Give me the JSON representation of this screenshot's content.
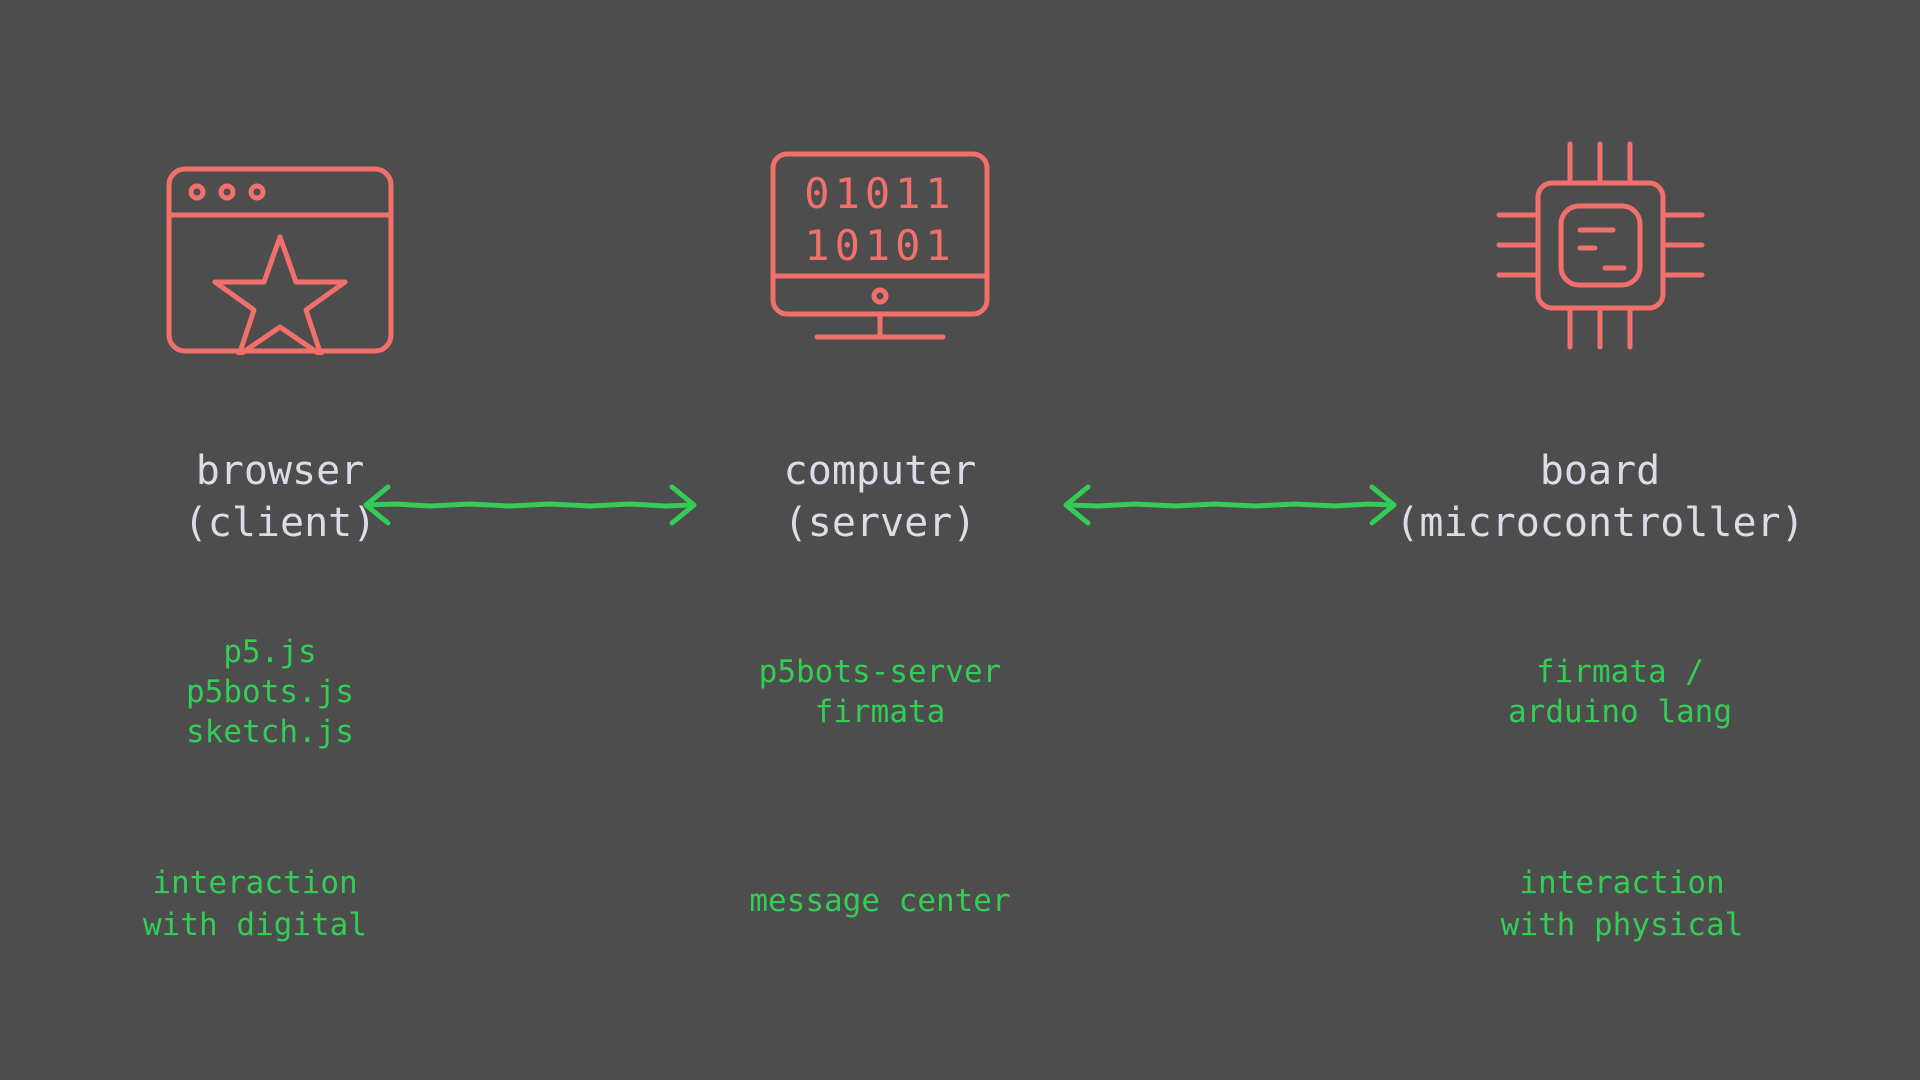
{
  "canvas": {
    "background_color": "#4d4d4d",
    "accent_color": "#f2706b",
    "green_color": "#33cc55",
    "title_color": "#dcdce6"
  },
  "columns": [
    {
      "id": "browser",
      "icon": "browser-window-star-icon",
      "title_line1": "browser",
      "title_line2": "(client)",
      "stack_line1": "p5.js",
      "stack_line2": "p5bots.js",
      "stack_line3": "sketch.js",
      "role_line1": "interaction",
      "role_line2": "with digital"
    },
    {
      "id": "computer",
      "icon": "monitor-binary-icon",
      "title_line1": "computer",
      "title_line2": "(server)",
      "stack_line1": "p5bots-server",
      "stack_line2": "firmata",
      "stack_line3": "",
      "role_line1": "message center",
      "role_line2": ""
    },
    {
      "id": "board",
      "icon": "microchip-icon",
      "title_line1": "board",
      "title_line2": "(microcontroller)",
      "stack_line1": "firmata /",
      "stack_line2": "arduino lang",
      "stack_line3": "",
      "role_line1": "interaction",
      "role_line2": "with physical"
    }
  ],
  "monitor_screen": {
    "binary_row1": "01011",
    "binary_row2": "10101"
  },
  "arrows": [
    {
      "id": "browser-computer",
      "style": "double-headed",
      "color": "#33cc55"
    },
    {
      "id": "computer-board",
      "style": "double-headed",
      "color": "#33cc55"
    }
  ]
}
